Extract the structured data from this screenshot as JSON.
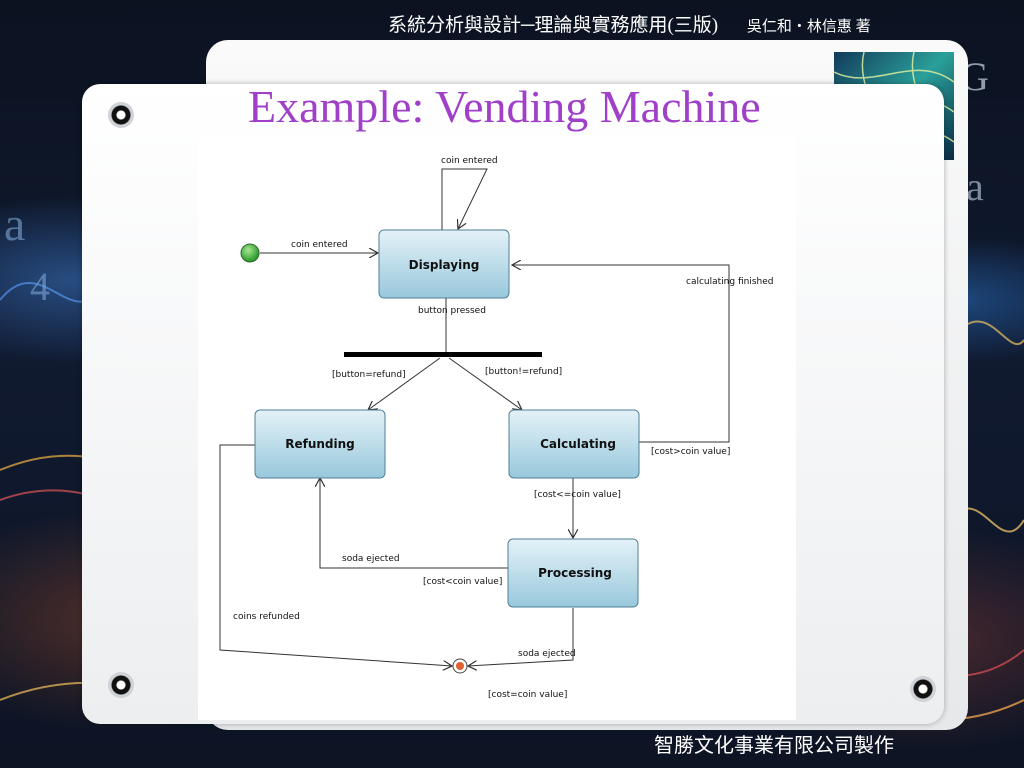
{
  "header": {
    "book_title": "系統分析與設計─理論與實務應用(三版)",
    "authors": "吳仁和‧林信惠 著"
  },
  "footer": {
    "publisher": "智勝文化事業有限公司製作"
  },
  "slide": {
    "title": "Example: Vending Machine"
  },
  "diagram": {
    "states": {
      "displaying": "Displaying",
      "refunding": "Refunding",
      "calculating": "Calculating",
      "processing": "Processing"
    },
    "labels": {
      "self_loop": "coin entered",
      "initial": "coin entered",
      "calc_finished": "calculating finished",
      "button_pressed": "button pressed",
      "refund_guard": "[button=refund]",
      "not_refund_guard": "[button!=refund]",
      "cost_gt": "[cost>coin value]",
      "cost_le": "[cost<=coin value]",
      "soda_ejected_left": "soda ejected",
      "cost_lt": "[cost<coin value]",
      "coins_refunded": "coins refunded",
      "soda_ejected_bottom": "soda ejected",
      "cost_eq": "[cost=coin value]"
    }
  }
}
